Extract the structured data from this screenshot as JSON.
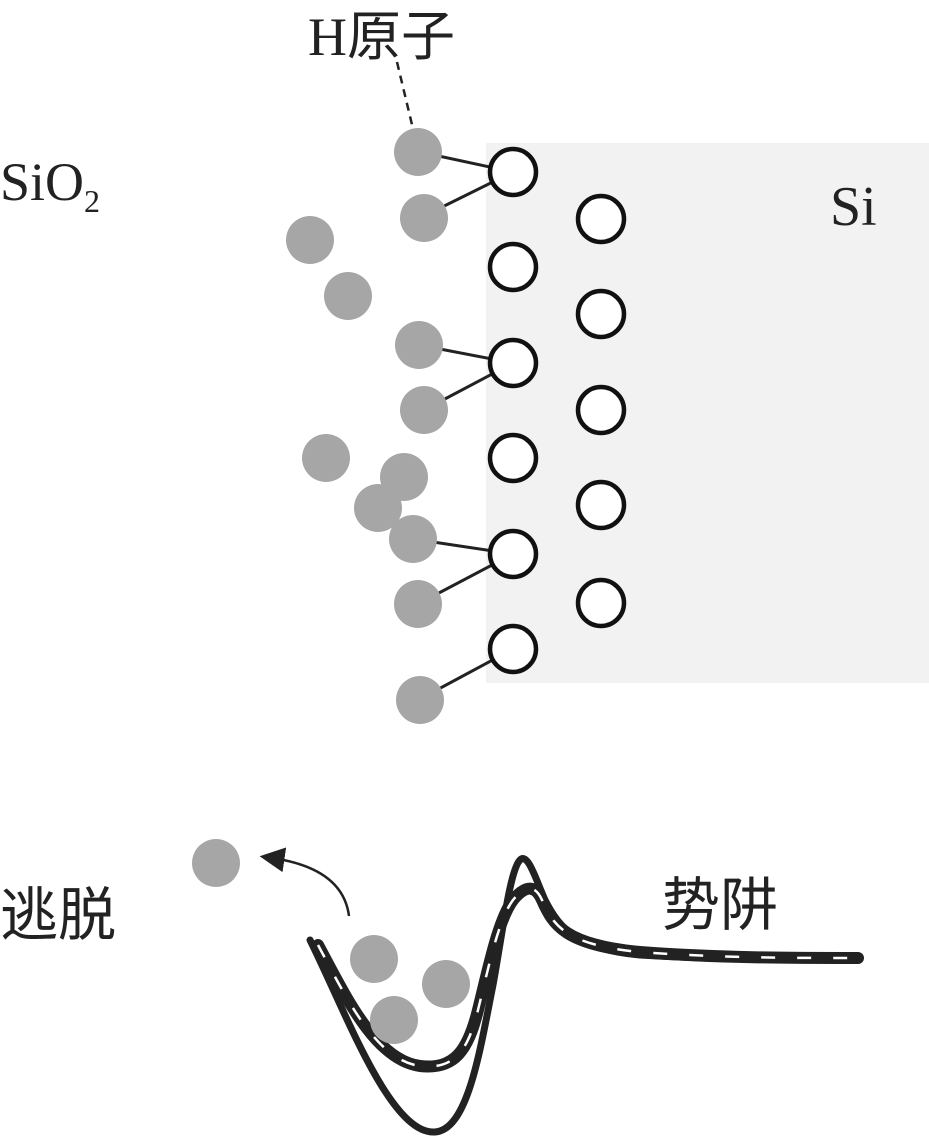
{
  "labels": {
    "hydrogen": "H原子",
    "oxide_main": "SiO",
    "oxide_sub": "2",
    "silicon": "Si",
    "escape": "逃脱",
    "well": "势阱"
  },
  "colors": {
    "si_region": "#f2f2f2",
    "h_atom": "#a6a6a6",
    "si_atom_stroke": "#111111",
    "curve": "#222222",
    "text": "#222222"
  }
}
